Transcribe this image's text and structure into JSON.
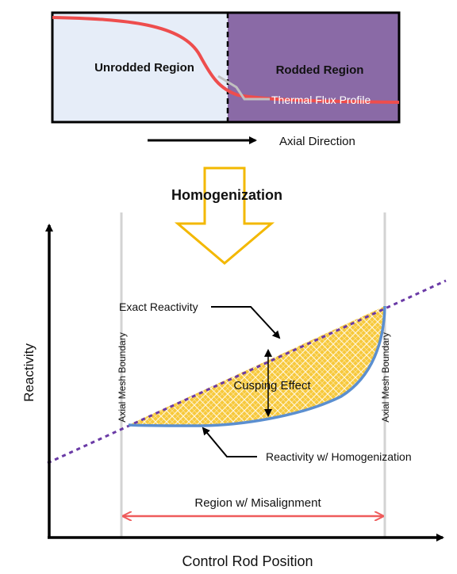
{
  "top_panel": {
    "unrodded_label": "Unrodded Region",
    "rodded_label": "Rodded Region",
    "flux_label": "Thermal Flux Profile",
    "unrodded_color": "#e6edf8",
    "rodded_color": "#8a6aa6",
    "flux_color": "#ee4d4d"
  },
  "axial_direction_label": "Axial Direction",
  "homogenization_label": "Homogenization",
  "arrow_color": "#f3b800",
  "bottom_panel": {
    "y_axis_label": "Reactivity",
    "x_axis_label": "Control Rod Position",
    "exact_label": "Exact Reactivity",
    "homog_label": "Reactivity w/ Homogenization",
    "cusping_label": "Cusping Effect",
    "boundary_left_label": "Axial Mesh Boundary",
    "boundary_right_label": "Axial Mesh Boundary",
    "misalignment_label": "Region w/ Misalignment",
    "exact_color": "#6a3aa6",
    "homog_color": "#5b8fd0",
    "fill_color": "#f7c93c",
    "range_color": "#ef5b5b"
  }
}
